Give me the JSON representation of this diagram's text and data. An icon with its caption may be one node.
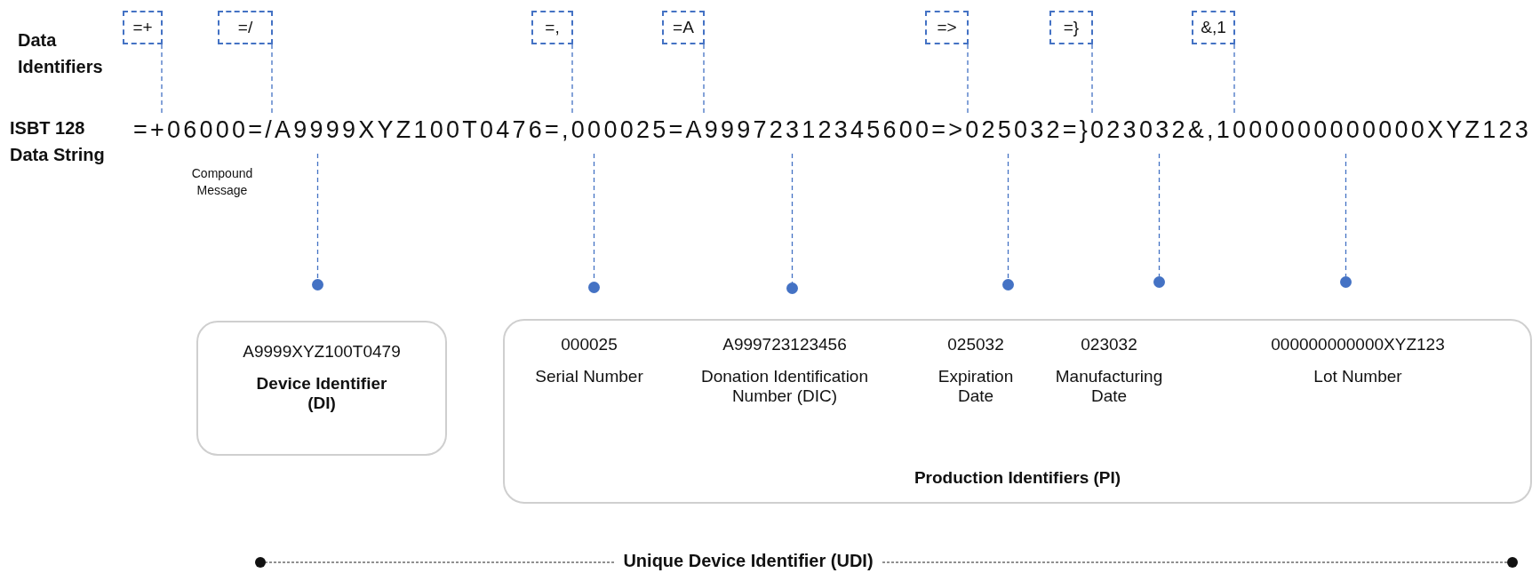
{
  "diagram": {
    "nodes": [
      {
        "text": [
          "=+"
        ]
      },
      {
        "text": [
          "=/"
        ]
      },
      {
        "text": [
          "=,"
        ]
      },
      {
        "text": [
          "=A"
        ]
      },
      {
        "text": [
          "=>"
        ]
      },
      {
        "text": [
          "=}"
        ]
      },
      {
        "text": [
          "&,1"
        ]
      },
      {
        "text": [
          "=+06000=/A9999XYZ100T0476=,000025=A99972312345600=>025032=}023032&,1000000000000XYZ123"
        ]
      },
      {
        "text": [],
        "shape": "circle"
      },
      {
        "text": [],
        "shape": "circle"
      },
      {
        "text": [],
        "shape": "circle"
      },
      {
        "text": [],
        "shape": "circle"
      },
      {
        "text": [],
        "shape": "circle"
      },
      {
        "text": [],
        "shape": "circle"
      },
      {
        "text": [
          "A9999XYZ100T0479",
          "Device Identifier (DI)"
        ]
      },
      {
        "text": [
          "Production Identifiers (PI)"
        ]
      },
      {
        "text": [
          "000025",
          "Serial Number"
        ],
        "in": 15
      },
      {
        "text": [
          "A999723123456",
          "Donation Identification Number (DIC)"
        ],
        "in": 15
      },
      {
        "text": [
          "025032",
          "Expiration Date"
        ],
        "in": 15
      },
      {
        "text": [
          "023032",
          "Manufacturing Date"
        ],
        "in": 15
      },
      {
        "text": [
          "000000000000XYZ123",
          "Lot Number"
        ],
        "in": 15
      }
    ],
    "edges": [
      {
        "from": 0,
        "to": 7,
        "arrow": "none",
        "style": "dashed"
      },
      {
        "from": 1,
        "to": 7,
        "arrow": "none",
        "style": "dashed"
      },
      {
        "from": 2,
        "to": 7,
        "arrow": "none",
        "style": "dashed"
      },
      {
        "from": 3,
        "to": 7,
        "arrow": "none",
        "style": "dashed"
      },
      {
        "from": 4,
        "to": 7,
        "arrow": "none",
        "style": "dashed"
      },
      {
        "from": 5,
        "to": 7,
        "arrow": "none",
        "style": "dashed"
      },
      {
        "from": 6,
        "to": 7,
        "arrow": "none",
        "style": "dashed"
      },
      {
        "from": 7,
        "to": 8,
        "arrow": "none",
        "style": "dashed"
      },
      {
        "from": 7,
        "to": 9,
        "arrow": "none",
        "style": "dashed"
      },
      {
        "from": 7,
        "to": 10,
        "arrow": "none",
        "style": "dashed"
      },
      {
        "from": 7,
        "to": 11,
        "arrow": "none",
        "style": "dashed"
      },
      {
        "from": 7,
        "to": 12,
        "arrow": "none",
        "style": "dashed"
      },
      {
        "from": 7,
        "to": 13,
        "arrow": "none",
        "style": "dashed"
      }
    ],
    "labels": [
      "Data Identifiers",
      "ISBT 128 Data String",
      "Compound Message",
      "Unique Device Identifier (UDI)"
    ]
  }
}
